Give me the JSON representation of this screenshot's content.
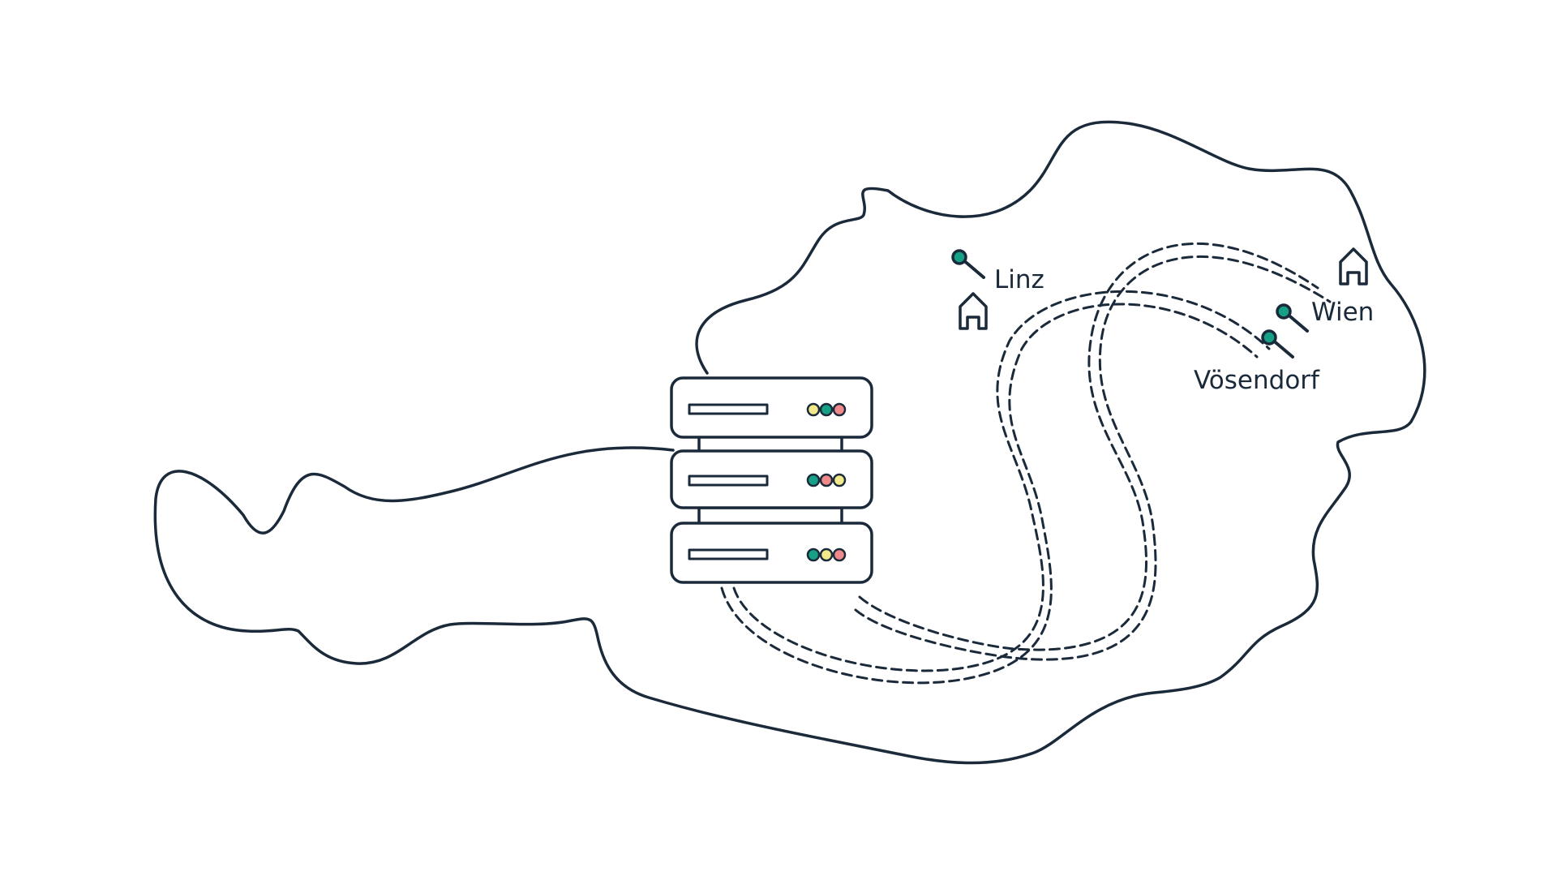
{
  "colors": {
    "stroke": "#1b2a3a",
    "background": "#ffffff",
    "pin": "#16a085",
    "led_yellow": "#f2ea8a",
    "led_green": "#16a085",
    "led_red": "#f08a8a"
  },
  "map": {
    "cities": [
      {
        "name": "Linz",
        "pin_icon": "map-pin-icon",
        "building_icon": "house-icon"
      },
      {
        "name": "Wien",
        "pin_icon": "map-pin-icon",
        "building_icon": "house-icon"
      },
      {
        "name": "Vösendorf",
        "pin_icon": "map-pin-icon"
      }
    ],
    "server_icon": "server-rack-icon",
    "server_units": [
      {
        "led_colors": [
          "led_yellow",
          "led_green",
          "led_red"
        ]
      },
      {
        "led_colors": [
          "led_green",
          "led_red",
          "led_yellow"
        ]
      },
      {
        "led_colors": [
          "led_green",
          "led_yellow",
          "led_red"
        ]
      }
    ]
  }
}
